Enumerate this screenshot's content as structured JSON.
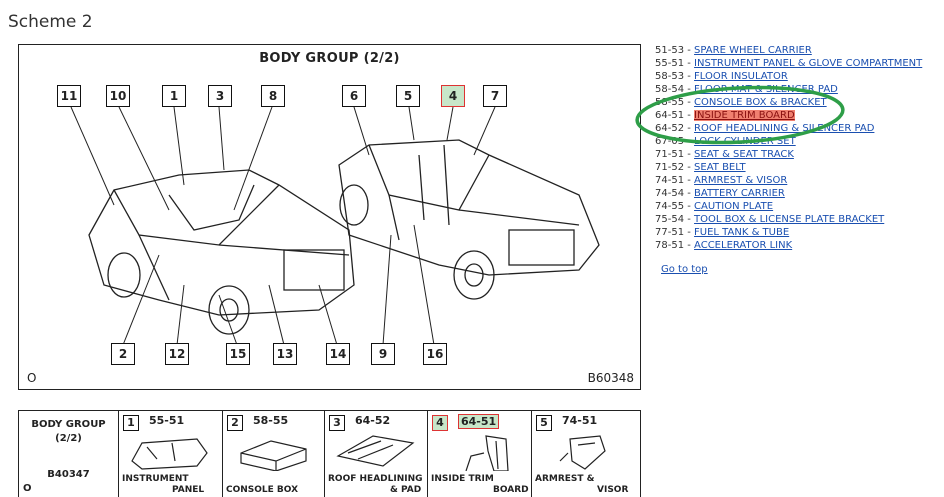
{
  "page": {
    "title": "Scheme 2"
  },
  "diagram": {
    "title": "BODY GROUP (2/2)",
    "code": "B60348",
    "corner_mark": "O",
    "callouts": [
      "11",
      "10",
      "1",
      "3",
      "8",
      "6",
      "5",
      "4",
      "7",
      "2",
      "12",
      "15",
      "13",
      "14",
      "9",
      "16"
    ],
    "highlighted_callout": "4"
  },
  "links": [
    {
      "code": "51-53 -",
      "label": "SPARE WHEEL CARRIER"
    },
    {
      "code": "55-51 -",
      "label": "INSTRUMENT PANEL & GLOVE COMPARTMENT"
    },
    {
      "code": "58-53 -",
      "label": "FLOOR INSULATOR"
    },
    {
      "code": "58-54 -",
      "label": "FLOOR MAT & SILENCER PAD"
    },
    {
      "code": "58-55 -",
      "label": "CONSOLE BOX & BRACKET"
    },
    {
      "code": "64-51 -",
      "label": "INSIDE TRIM BOARD",
      "active": true
    },
    {
      "code": "64-52 -",
      "label": "ROOF HEADLINING & SILENCER PAD"
    },
    {
      "code": "67-05 -",
      "label": "LOCK CYLINDER SET"
    },
    {
      "code": "71-51 -",
      "label": "SEAT & SEAT TRACK"
    },
    {
      "code": "71-52 -",
      "label": "SEAT BELT"
    },
    {
      "code": "74-51 -",
      "label": "ARMREST & VISOR"
    },
    {
      "code": "74-54 -",
      "label": "BATTERY CARRIER"
    },
    {
      "code": "74-55 -",
      "label": "CAUTION PLATE"
    },
    {
      "code": "75-54 -",
      "label": "TOOL BOX & LICENSE PLATE BRACKET"
    },
    {
      "code": "77-51 -",
      "label": "FUEL TANK & TUBE"
    },
    {
      "code": "78-51 -",
      "label": "ACCELERATOR LINK"
    }
  ],
  "goto_top": "Go to top",
  "strip": {
    "summary": {
      "line1": "BODY GROUP",
      "line2": "(2/2)",
      "line3": "B40347",
      "line4": "O"
    },
    "parts": [
      {
        "num": "1",
        "code": "55-51",
        "label_a": "INSTRUMENT",
        "label_b": "PANEL"
      },
      {
        "num": "2",
        "code": "58-55",
        "label_a": "CONSOLE BOX",
        "label_b": ""
      },
      {
        "num": "3",
        "code": "64-52",
        "label_a": "ROOF HEADLINING",
        "label_b": "& PAD"
      },
      {
        "num": "4",
        "code": "64-51",
        "label_a": "INSIDE TRIM",
        "label_b": "BOARD",
        "active": true
      },
      {
        "num": "5",
        "code": "74-51",
        "label_a": "ARMREST &",
        "label_b": "VISOR"
      }
    ]
  },
  "colors": {
    "link": "#1a4fb0",
    "active_bg": "#f08070",
    "highlight_green": "#c8e6c9",
    "ellipse": "#2e9e48"
  }
}
